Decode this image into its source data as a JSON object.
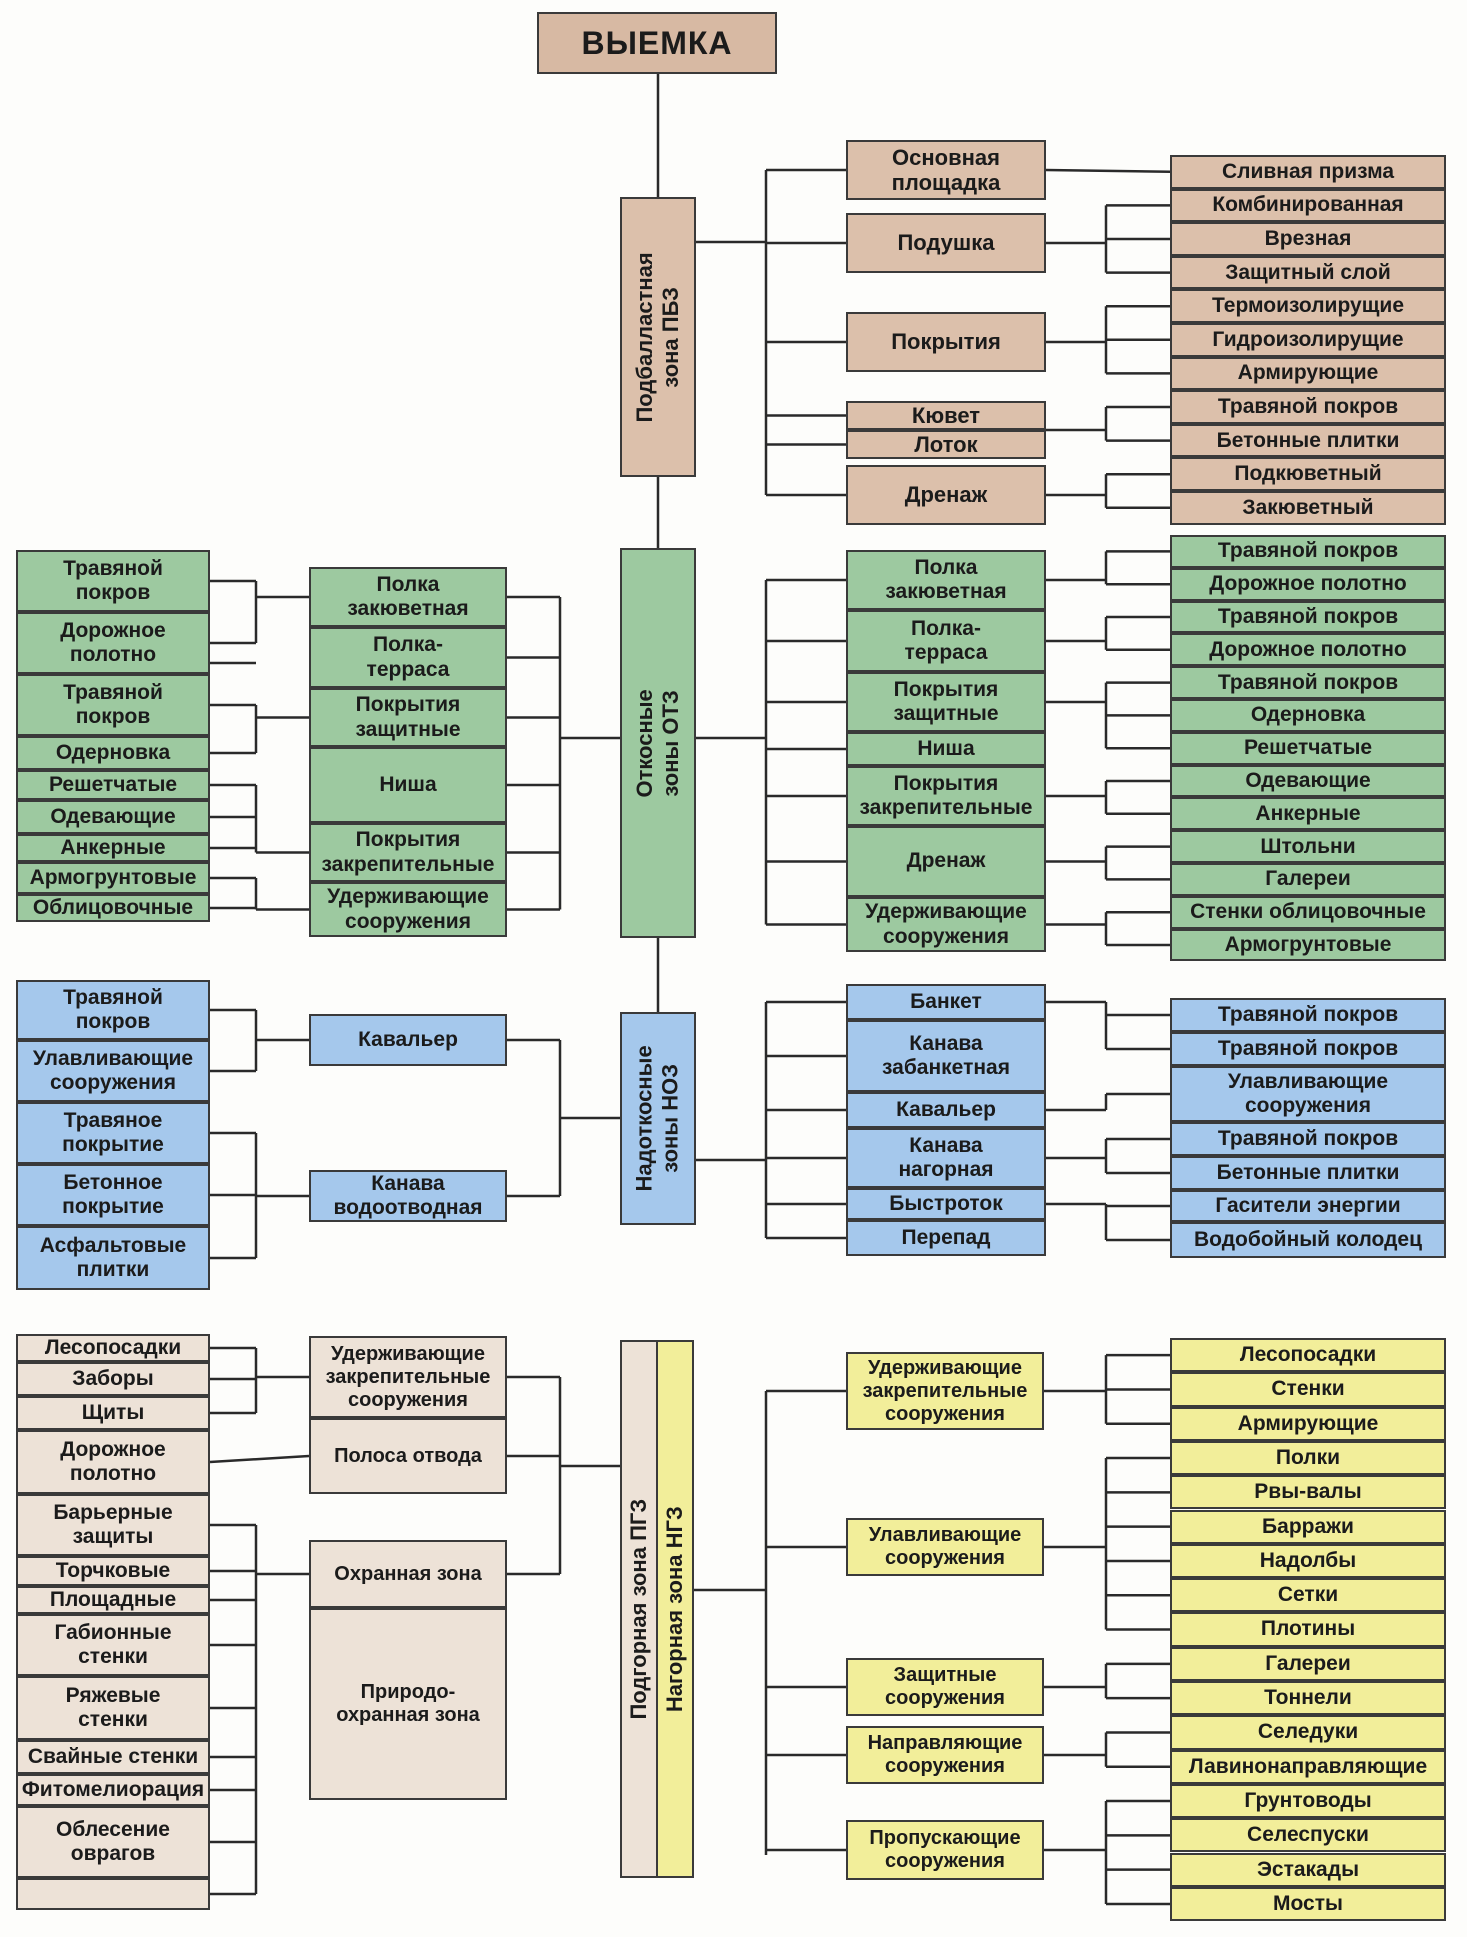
{
  "title": "ВЫЕМКА",
  "colors": {
    "pbz": "#dcc0ab",
    "otz": "#9dc9a0",
    "noz": "#a5c8ec",
    "pgz": "#ede2d7",
    "ngz": "#f2ee9a"
  },
  "zones": {
    "pbz": "Подбалластная\nзона ПБЗ",
    "otz": "Откосные\nзоны ОТЗ",
    "noz": "Надоткосные\nзоны НОЗ",
    "pgz": "Подгорная зона ПГЗ",
    "ngz": "Нагорная зона НГЗ"
  },
  "pbz": {
    "mid": [
      "Основная\nплощадка",
      "Подушка",
      "Покрытия",
      "Кювет",
      "Лоток",
      "Дренаж"
    ],
    "right": [
      "Сливная призма",
      "Комбинированная",
      "Врезная",
      "Защитный слой",
      "Термоизолирущие",
      "Гидроизолирущие",
      "Армирующие",
      "Травяной покров",
      "Бетонные плитки",
      "Подкюветный",
      "Закюветный"
    ]
  },
  "otz": {
    "left_outer": [
      "Травяной\nпокров",
      "Дорожное\nполотно",
      "Травяной\nпокров",
      "Одерновка",
      "Решетчатые",
      "Одевающие",
      "Анкерные",
      "Армогрунтовые",
      "Облицовочные"
    ],
    "left_mid": [
      "Полка\nзакюветная",
      "Полка-\nтерраса",
      "Покрытия\nзащитные",
      "Ниша",
      "Покрытия\nзакрепительные",
      "Удерживающие\nсооружения"
    ],
    "right_mid": [
      "Полка\nзакюветная",
      "Полка-\nтерраса",
      "Покрытия\nзащитные",
      "Ниша",
      "Покрытия\nзакрепительные",
      "Дренаж",
      "Удерживающие\nсооружения"
    ],
    "right": [
      "Травяной покров",
      "Дорожное полотно",
      "Травяной покров",
      "Дорожное полотно",
      "Травяной покров",
      "Одерновка",
      "Решетчатые",
      "Одевающие",
      "Анкерные",
      "Штольни",
      "Галереи",
      "Стенки облицовочные",
      "Армогрунтовые"
    ]
  },
  "noz": {
    "left_outer": [
      "Травяной\nпокров",
      "Улавливающие\nсооружения",
      "Травяное\nпокрытие",
      "Бетонное\nпокрытие",
      "Асфальтовые\nплитки"
    ],
    "left_mid": [
      "Кавальер",
      "Канава\nводоотводная"
    ],
    "right_mid": [
      "Банкет",
      "Канава\nзабанкетная",
      "Кавальер",
      "Канава\nнагорная",
      "Быстроток",
      "Перепад"
    ],
    "right": [
      "Травяной покров",
      "Травяной покров",
      "Улавливающие\nсооружения",
      "Травяной покров",
      "Бетонные плитки",
      "Гасители энергии",
      "Водобойный колодец"
    ]
  },
  "pgz": {
    "left_outer": [
      "Лесопосадки",
      "Заборы",
      "Щиты",
      "Дорожное\nполотно",
      "Барьерные\nзащиты",
      "Торчковые",
      "Площадные",
      "Габионные\nстенки",
      "Ряжевые\nстенки",
      "Свайные стенки",
      "Фитомелиорация",
      "Облесение\nоврагов",
      ""
    ],
    "left_mid": [
      "Удерживающие\nзакрепительные\nсооружения",
      "Полоса отвода",
      "Охранная зона",
      "Природо-\nохранная зона"
    ]
  },
  "ngz": {
    "right_mid": [
      "Удерживающие\nзакрепительные\nсооружения",
      "Улавливающие\nсооружения",
      "Защитные\nсооружения",
      "Направляющие\nсооружения",
      "Пропускающие\nсооружения"
    ],
    "right": [
      "Лесопосадки",
      "Стенки",
      "Армирующие",
      "Полки",
      "Рвы-валы",
      "Барражи",
      "Надолбы",
      "Сетки",
      "Плотины",
      "Галереи",
      "Тоннели",
      "Селедуки",
      "Лавинонаправляющие",
      "Грунтоводы",
      "Селеспуски",
      "Эстакады",
      "Мосты"
    ]
  }
}
